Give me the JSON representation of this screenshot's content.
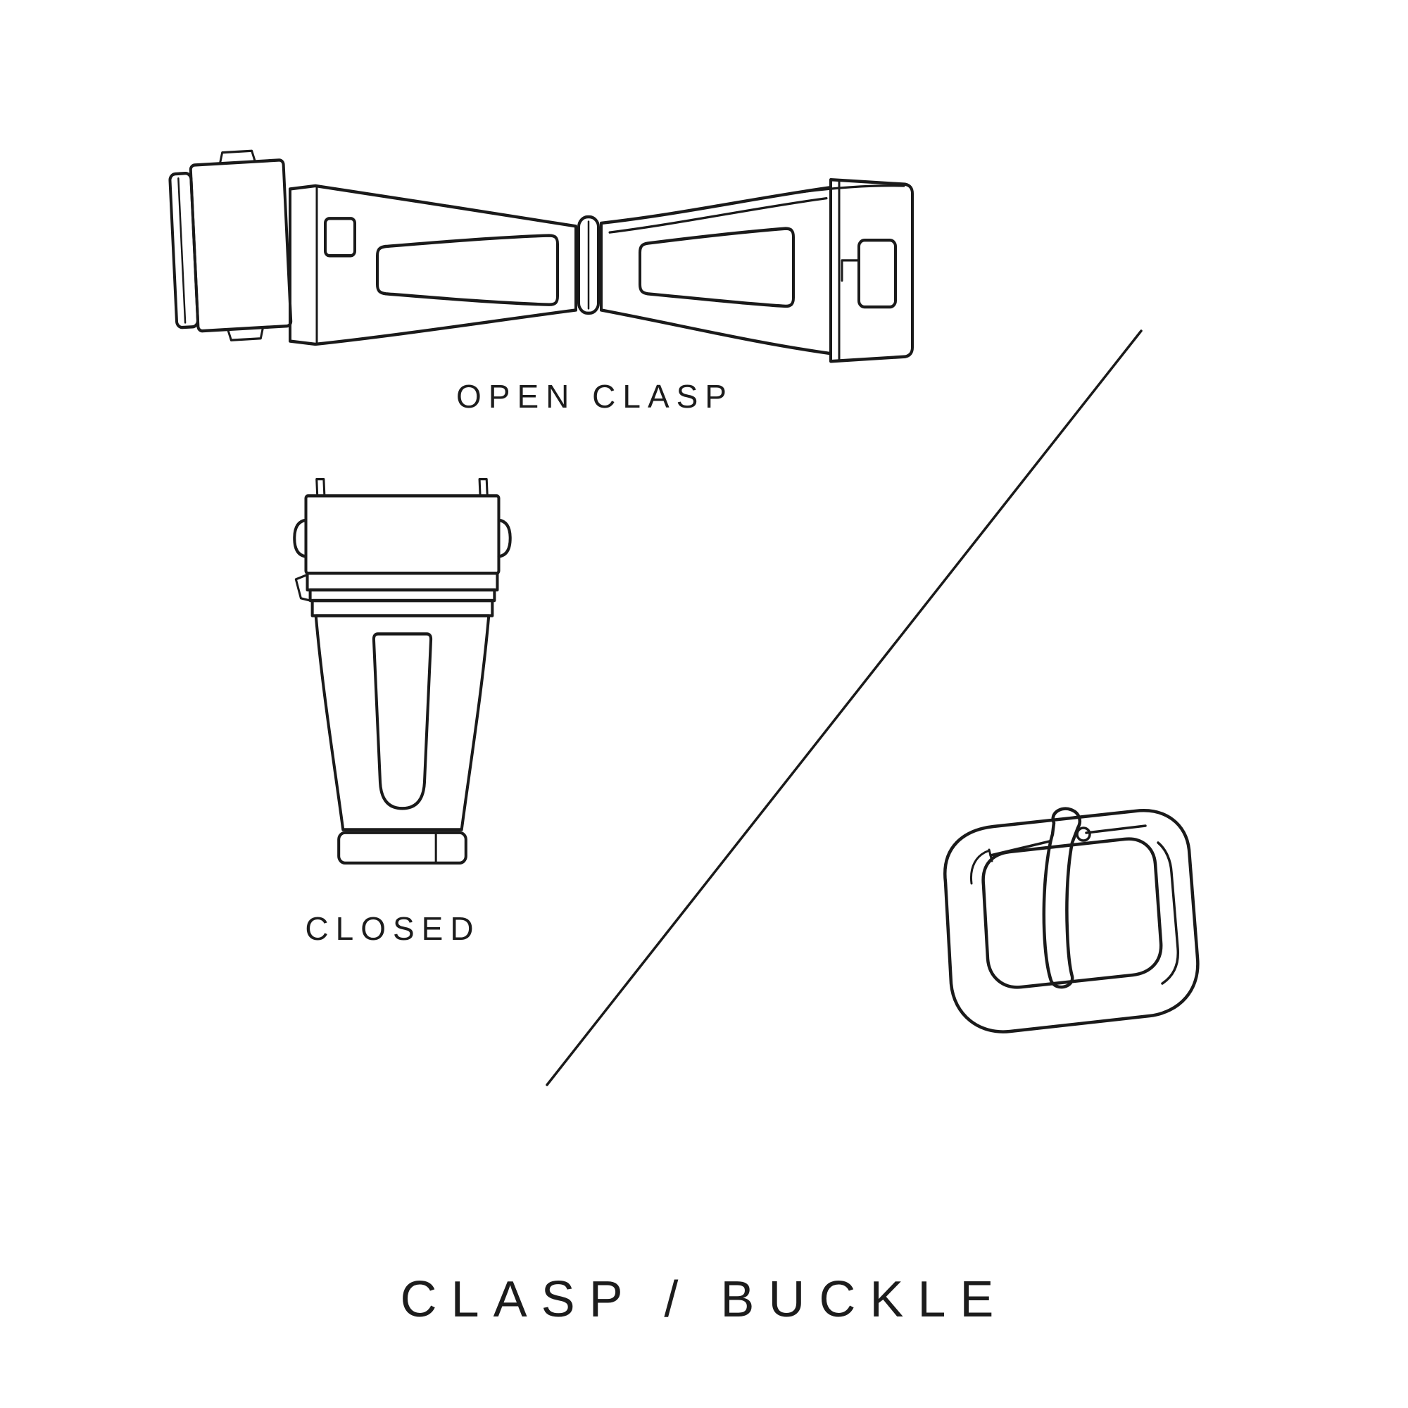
{
  "title": "CLASP / BUCKLE",
  "figures": {
    "open_clasp": {
      "label": "OPEN CLASP"
    },
    "closed_clasp": {
      "label": "CLOSED"
    }
  },
  "colors": {
    "background": "#ffffff",
    "line": "#1a1a1a",
    "text": "#1c1c1c"
  },
  "icons": {
    "open_clasp": "open-clasp-line-drawing",
    "closed_clasp": "closed-clasp-line-drawing",
    "buckle": "tang-buckle-line-drawing",
    "divider": "diagonal-divider-line"
  }
}
